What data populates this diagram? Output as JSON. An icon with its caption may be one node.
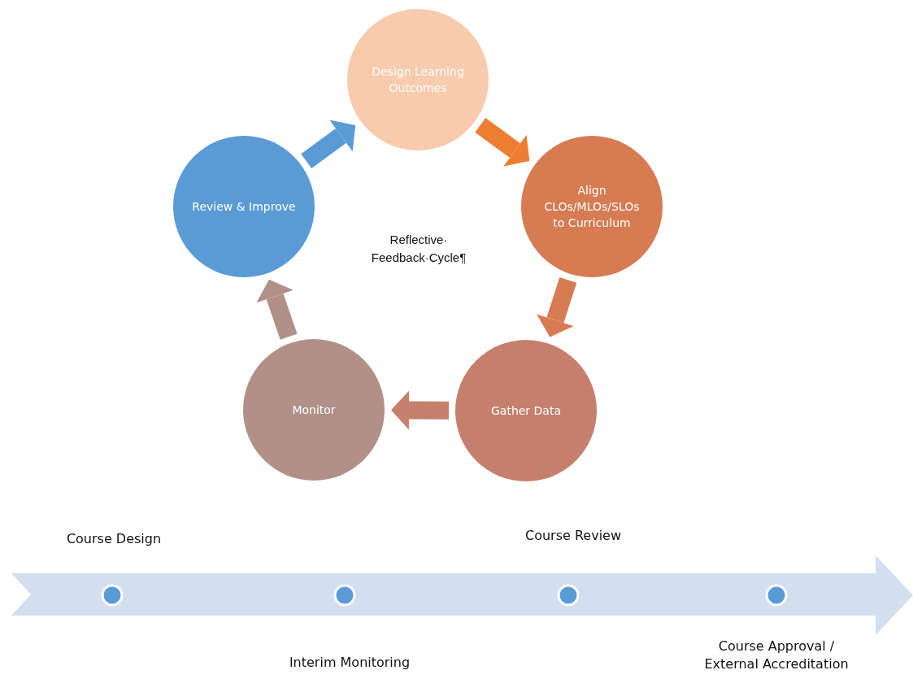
{
  "diagram": {
    "nodes": [
      {
        "text": [
          "Design Learning Outcomes"
        ]
      },
      {
        "text": [
          "Align CLOs/MLOs/SLOs to Curriculum"
        ]
      },
      {
        "text": [
          "Gather Data"
        ]
      },
      {
        "text": [
          "Monitor"
        ]
      },
      {
        "text": [
          "Review & Improve"
        ]
      }
    ],
    "edges": [
      {
        "from": 0,
        "to": 1,
        "arrow": "to",
        "color": "#ed7d31"
      },
      {
        "from": 1,
        "to": 2,
        "arrow": "to",
        "color": "#d77b52"
      },
      {
        "from": 2,
        "to": 3,
        "arrow": "to",
        "color": "#c5806d"
      },
      {
        "from": 3,
        "to": 4,
        "arrow": "to",
        "color": "#b19088"
      },
      {
        "from": 4,
        "to": 0,
        "arrow": "to",
        "color": "#5b9bd5"
      }
    ],
    "labels": [
      "Reflective· Feedback·Cycle¶",
      "Course Design",
      "Course Review",
      "Interim Monitoring",
      "Course Approval / External Accreditation"
    ]
  }
}
